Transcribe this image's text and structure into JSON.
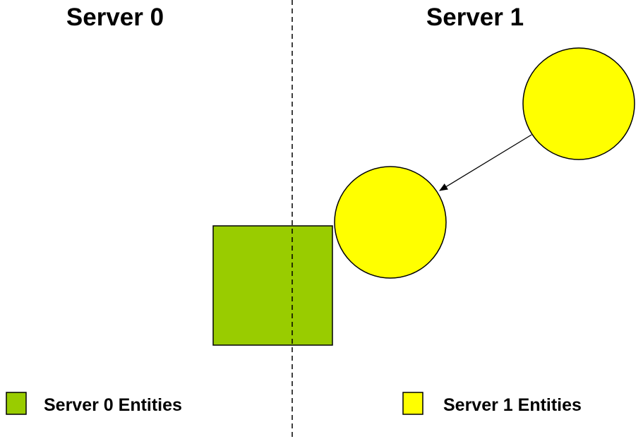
{
  "servers": [
    {
      "title": "Server 0"
    },
    {
      "title": "Server 1"
    }
  ],
  "entities": [
    {
      "shape": "square",
      "owner": "Server 0"
    },
    {
      "shape": "circle",
      "owner": "Server 1"
    },
    {
      "shape": "circle",
      "owner": "Server 1"
    }
  ],
  "legend": [
    {
      "label": "Server 0 Entities",
      "color": "#99cc00"
    },
    {
      "label": "Server 1 Entities",
      "color": "#ffff00"
    }
  ],
  "colors": {
    "server0": "#99cc00",
    "server1": "#ffff00",
    "stroke": "#000000",
    "divider": "#000000"
  }
}
